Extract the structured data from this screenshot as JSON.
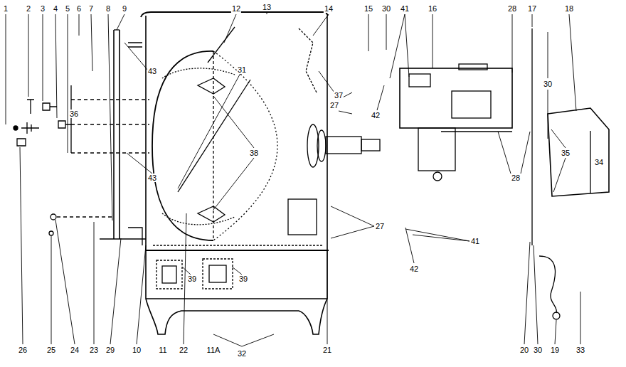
{
  "diagram": {
    "labels": [
      "1",
      "2",
      "3",
      "4",
      "5",
      "6",
      "7",
      "8",
      "9",
      "12",
      "13",
      "14",
      "15",
      "30",
      "41",
      "16",
      "28",
      "17",
      "18",
      "43",
      "36",
      "31",
      "38",
      "37",
      "27",
      "42",
      "43",
      "30",
      "28",
      "35",
      "34",
      "27",
      "41",
      "42",
      "39",
      "39",
      "11",
      "11A",
      "32",
      "26",
      "25",
      "24",
      "23",
      "29",
      "10",
      "22",
      "21",
      "20",
      "30",
      "19",
      "33"
    ]
  }
}
